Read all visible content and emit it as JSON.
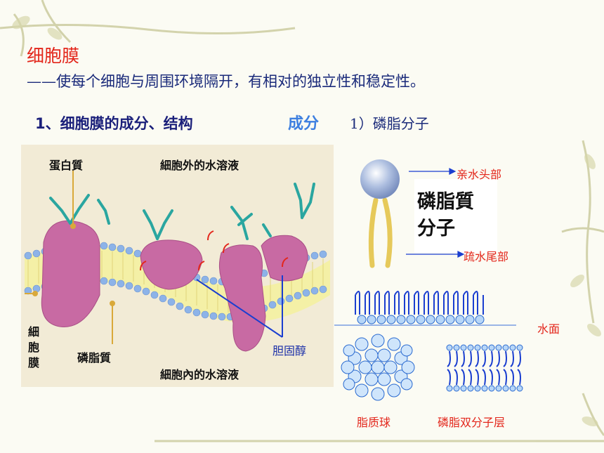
{
  "title": "细胞膜",
  "subtitle": "——使每个细胞与周围环境隔开，有相对的独立性和稳定性。",
  "section_heading": "1、细胞膜的成分、结构",
  "component_label": "成分",
  "component_item": "1）磷脂分子",
  "membrane_figure": {
    "protein_label": "蛋白質",
    "outside_label": "細胞外的水溶液",
    "inside_label": "細胞內的水溶液",
    "membrane_label": [
      "細",
      "胞",
      "膜"
    ],
    "phospholipid_label": "磷脂質",
    "cholesterol_label": "胆固醇"
  },
  "molecule_figure": {
    "molecule_name_line1": "磷脂質",
    "molecule_name_line2": "分子",
    "head_label": "亲水头部",
    "tail_label": "疏水尾部"
  },
  "structures": {
    "water_surface_label": "水面",
    "liposome_label": "脂质球",
    "bilayer_label": "磷脂双分子层"
  },
  "colors": {
    "title_red": "#e3261b",
    "text_navy": "#1a2a7a",
    "accent_blue": "#3d7fe0",
    "protein_pink": "#c86aa3",
    "head_blue": "#8db3e8",
    "line_blue": "#1a3ed0"
  }
}
